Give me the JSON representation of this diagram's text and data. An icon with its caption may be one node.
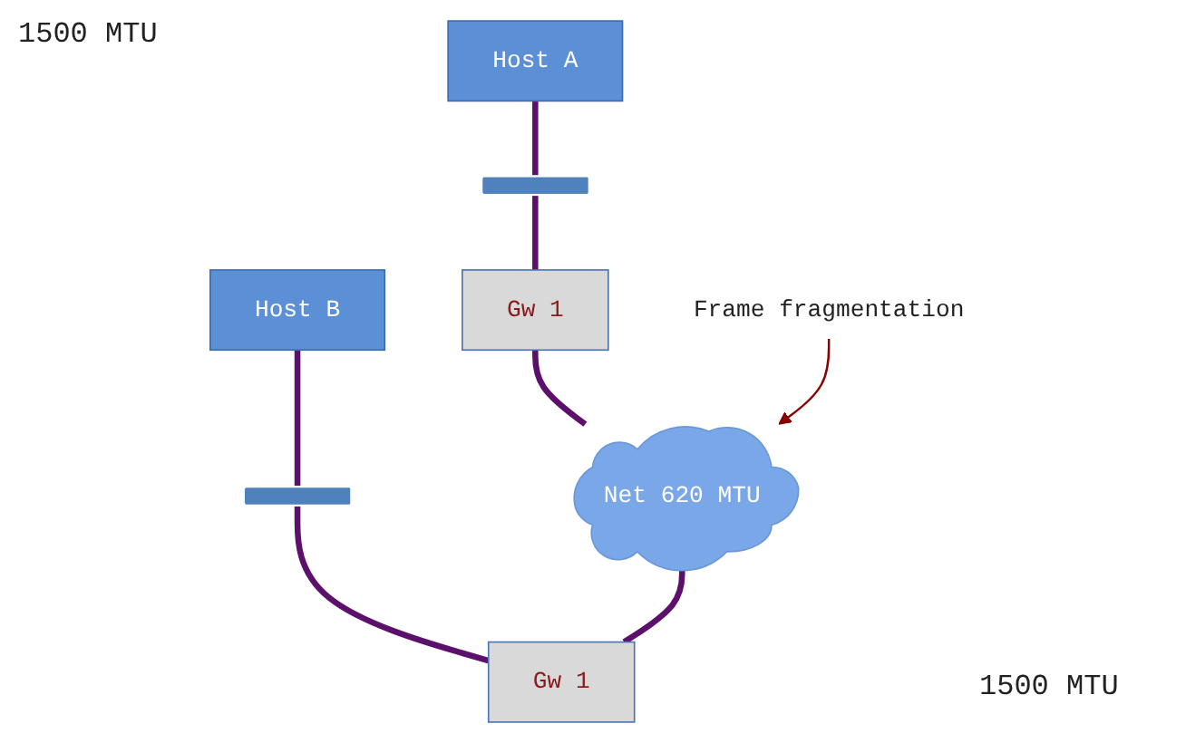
{
  "diagram": {
    "nodes": [
      {
        "text": [
          "Host A"
        ]
      },
      {
        "text": [
          "Host B"
        ]
      },
      {
        "text": [],
        "shape": "bar"
      },
      {
        "text": [],
        "shape": "bar"
      },
      {
        "text": [
          "Gw 1"
        ]
      },
      {
        "text": [
          "Net 620 MTU"
        ]
      },
      {
        "text": [
          "Gw 1"
        ]
      },
      {
        "text": [
          "Frame fragmentation"
        ]
      }
    ],
    "edges": [
      {
        "from": 0,
        "to": 2,
        "arrow": "none"
      },
      {
        "from": 1,
        "to": 3,
        "arrow": "none"
      },
      {
        "from": 2,
        "to": 4,
        "arrow": "none"
      },
      {
        "from": 3,
        "to": 6,
        "arrow": "none"
      },
      {
        "from": 4,
        "to": 5,
        "arrow": "none"
      },
      {
        "from": 5,
        "to": 6,
        "arrow": "none"
      },
      {
        "from": 7,
        "to": 5,
        "arrow": "to",
        "color": "#8b0000"
      }
    ],
    "labels": [
      "1500 MTU",
      "1500 MTU"
    ]
  }
}
